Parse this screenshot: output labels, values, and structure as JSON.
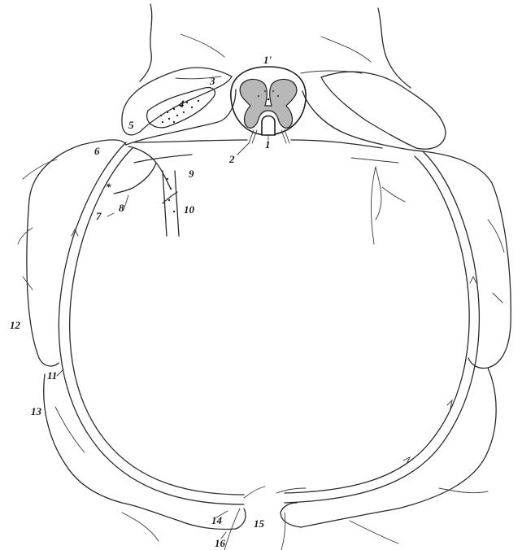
{
  "labels": {
    "l1": "1",
    "l1p": "1'",
    "l2": "2",
    "l3": "3",
    "l4": "4",
    "l5": "5",
    "l6": "6",
    "l7": "7",
    "l8": "8",
    "l9": "9",
    "l10": "10",
    "l11": "11",
    "l12": "12",
    "l13": "13",
    "l14": "14",
    "l15": "15",
    "l16": "16",
    "star": "*"
  },
  "colors": {
    "ink": "#2a2a2a",
    "grey_matter": "#b8b8b8",
    "background": "#ffffff"
  }
}
